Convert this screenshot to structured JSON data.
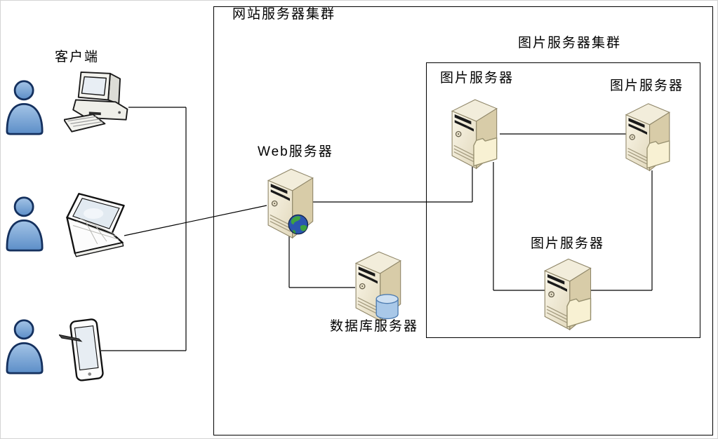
{
  "labels": {
    "client": "客户端",
    "website_cluster": "网站服务器集群",
    "image_cluster": "图片服务器集群",
    "web_server": "Web服务器",
    "database_server": "数据库服务器",
    "image_server_1": "图片服务器",
    "image_server_2": "图片服务器",
    "image_server_3": "图片服务器"
  },
  "diagram": {
    "nodes": [
      {
        "id": "client-user-1",
        "type": "person",
        "group": "client"
      },
      {
        "id": "client-desktop",
        "type": "desktop-computer",
        "group": "client"
      },
      {
        "id": "client-user-2",
        "type": "person",
        "group": "client"
      },
      {
        "id": "client-laptop",
        "type": "laptop",
        "group": "client"
      },
      {
        "id": "client-user-3",
        "type": "person",
        "group": "client"
      },
      {
        "id": "client-tablet",
        "type": "tablet",
        "group": "client"
      },
      {
        "id": "web-server",
        "type": "server-globe",
        "label": "Web服务器",
        "group": "website_cluster"
      },
      {
        "id": "db-server",
        "type": "server-database",
        "label": "数据库服务器",
        "group": "website_cluster"
      },
      {
        "id": "image-server-1",
        "type": "server-folder",
        "label": "图片服务器",
        "group": "image_cluster"
      },
      {
        "id": "image-server-2",
        "type": "server-folder",
        "label": "图片服务器",
        "group": "image_cluster"
      },
      {
        "id": "image-server-3",
        "type": "server-folder",
        "label": "图片服务器",
        "group": "image_cluster"
      }
    ],
    "edges": [
      [
        "client-desktop",
        "web-server"
      ],
      [
        "client-laptop",
        "web-server"
      ],
      [
        "client-tablet",
        "web-server"
      ],
      [
        "web-server",
        "db-server"
      ],
      [
        "web-server",
        "image-server-1"
      ],
      [
        "image-server-1",
        "image-server-2"
      ],
      [
        "image-server-1",
        "image-server-3"
      ],
      [
        "image-server-2",
        "image-server-3"
      ]
    ]
  },
  "icons": {
    "person": "person-icon",
    "desktop": "desktop-computer-icon",
    "laptop": "laptop-icon",
    "tablet": "tablet-icon",
    "server": "server-tower-icon",
    "globe": "globe-icon",
    "database": "database-cylinder-icon",
    "folder": "folder-icon"
  },
  "colors": {
    "line": "#000000",
    "box_border": "#000000",
    "person_blue": "#6FA0D4",
    "person_outline": "#14305E",
    "server_front": "#EFE8D0",
    "server_side": "#D8CCA8",
    "server_top": "#F2EDDB",
    "server_outline": "#8F8668",
    "globe_blue": "#2B55B0",
    "globe_green": "#3FA33F",
    "db_cylinder": "#A9C8E8",
    "folder_cream": "#F8F1D3",
    "screen_gray": "#E8EEF4"
  }
}
